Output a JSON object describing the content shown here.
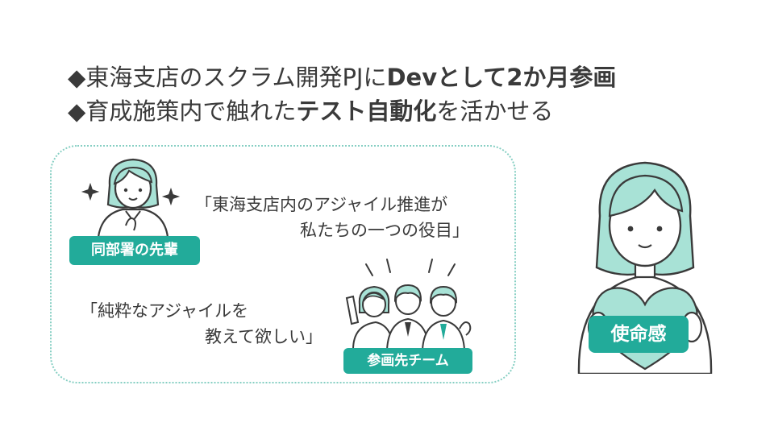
{
  "bullets": [
    {
      "marker": "◆",
      "text": "東海支店のスクラム開発PJに",
      "bold": "Devとして2か月参画",
      "rest": ""
    },
    {
      "marker": "◆",
      "text": "育成施策内で触れた",
      "bold": "テスト自動化",
      "rest": "を活かせる"
    }
  ],
  "quotes": {
    "senior": [
      "「東海支店内のアジャイル推進が",
      "私たちの一つの役目」"
    ],
    "team": [
      "「純粋なアジャイルを",
      "教えて欲しい」"
    ]
  },
  "tags": {
    "senior": "同部署の先輩",
    "team": "参画先チーム",
    "self": "使命感"
  },
  "icons": {
    "senior": "woman-senior-icon",
    "team": "team-cheering-icon",
    "self": "woman-heart-icon",
    "sparkle": "sparkle-icon"
  },
  "colors": {
    "accent": "#22ab9a",
    "hair": "#a8e2d6",
    "frame": "#86cfc3",
    "text": "#3a3a3a"
  }
}
